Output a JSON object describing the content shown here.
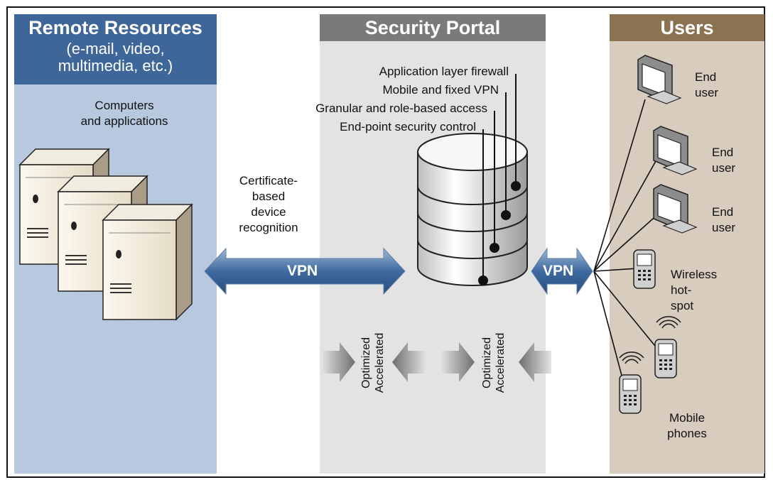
{
  "columns": {
    "remote": {
      "title": "Remote Resources",
      "subtitle": "(e-mail, video,\nmultimedia, etc.)",
      "label": "Computers\nand applications"
    },
    "portal": {
      "title": "Security Portal"
    },
    "users": {
      "title": "Users"
    }
  },
  "certificate_label": "Certificate-\nbased\ndevice\nrecognition",
  "features": [
    "Application layer firewall",
    "Mobile and fixed VPN",
    "Granular and role-based access",
    "End-point security control"
  ],
  "vpn_left": "VPN",
  "vpn_right": "VPN",
  "flow_label": "Optimized\nAccelerated",
  "users": [
    {
      "label": "End\nuser",
      "kind": "monitor"
    },
    {
      "label": "End\nuser",
      "kind": "monitor"
    },
    {
      "label": "End\nuser",
      "kind": "monitor"
    },
    {
      "label": "Wireless\nhot-\nspot",
      "kind": "handheld"
    },
    {
      "label": "Mobile\nphones",
      "kind": "phone"
    }
  ],
  "colors": {
    "remote_bg": "#b8c8de",
    "remote_header": "#3f6698",
    "portal_bg": "#e3e3e3",
    "portal_header": "#7a7a7a",
    "users_bg": "#d8ccbf",
    "users_header": "#8b7351",
    "vpn_arrow": "#3d6aa0"
  }
}
